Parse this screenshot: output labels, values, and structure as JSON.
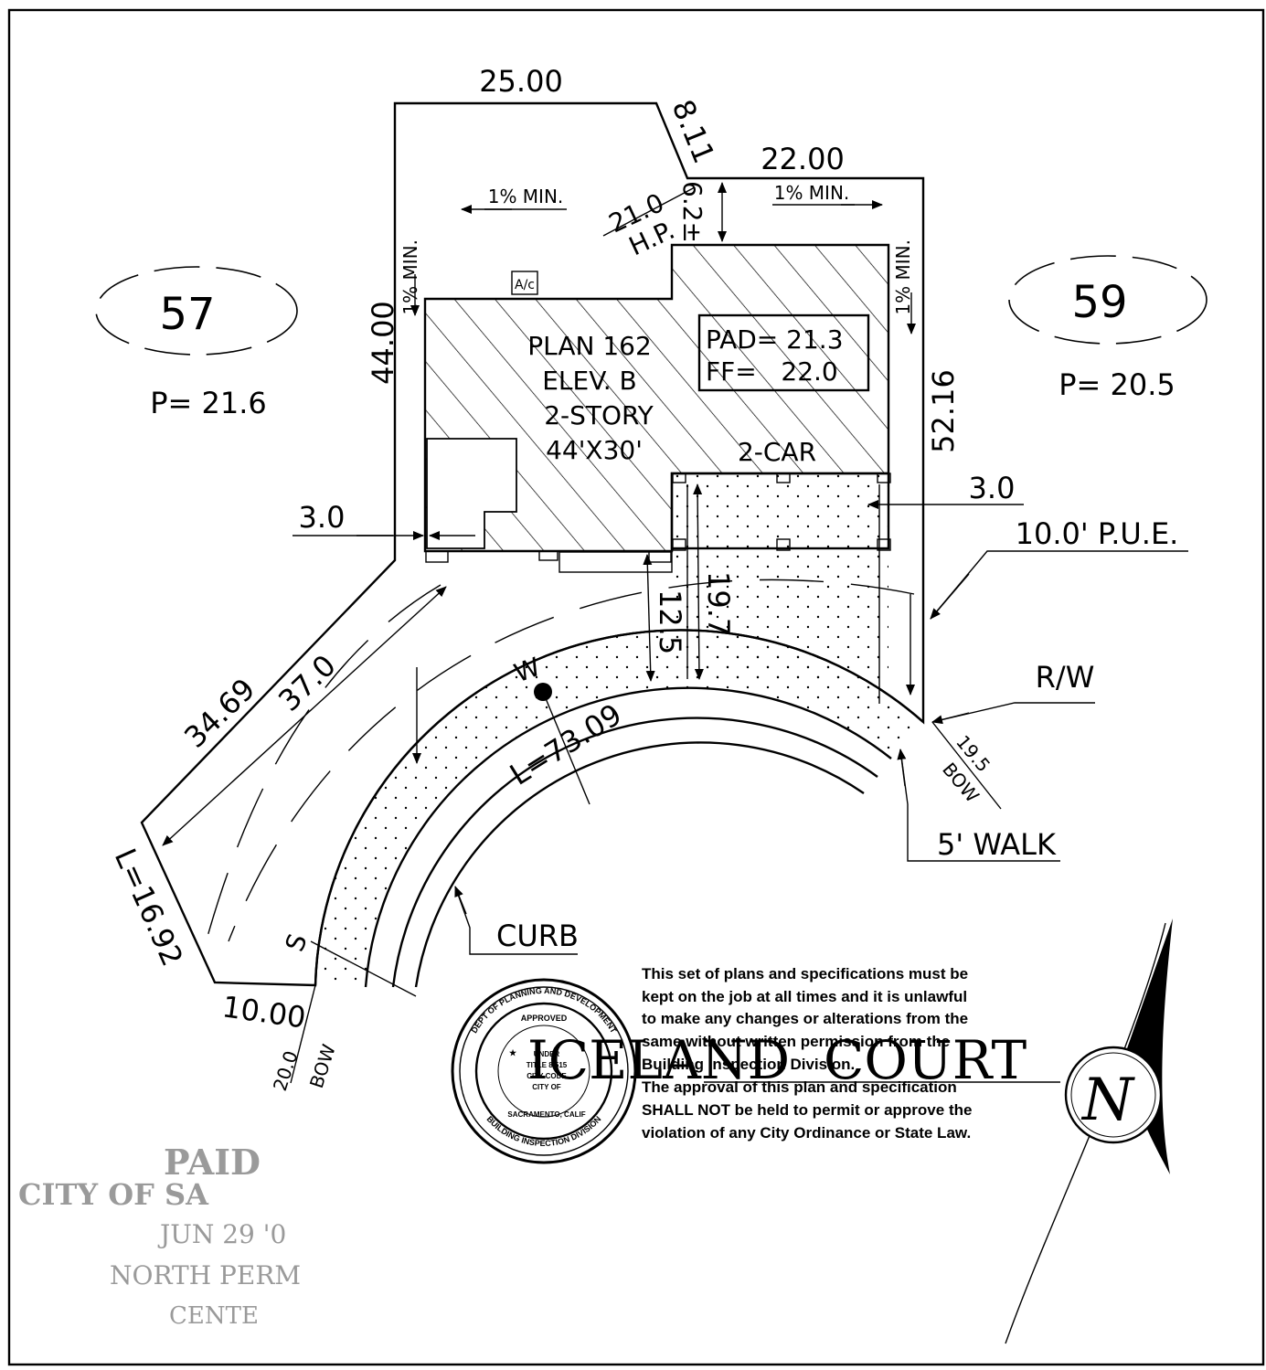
{
  "lots": {
    "left": {
      "number": "57",
      "pad": "P= 21.6"
    },
    "right": {
      "number": "59",
      "pad": "P= 20.5"
    }
  },
  "dimensions": {
    "top_width": "25.00",
    "right_top_width": "22.00",
    "angled_segment": "8.11",
    "left_depth": "44.00",
    "right_depth": "52.16",
    "left_setback": "3.0",
    "right_setback": "3.0",
    "front_setback": "12.5",
    "driveway_length": "19.7",
    "side_lot_line": "34.69",
    "side_setback_line": "37.0",
    "arc_corner": "L=16.92",
    "arc_front": "L=73.09",
    "front_corner": "10.00",
    "bow_left_value": "20.0",
    "bow_left_label": "BOW",
    "bow_right_value": "19.5",
    "bow_right_label": "BOW",
    "hp_value": "21.0",
    "hp_label": "H.P.",
    "hp_offset": "6.2±"
  },
  "slopes": {
    "top_left": "1% MIN.",
    "top_right": "1% MIN.",
    "left_side": "1% MIN.",
    "right_side": "1% MIN."
  },
  "house": {
    "plan": "PLAN 162",
    "elevation": "ELEV. B",
    "stories": "2-STORY",
    "size": "44'X30'",
    "garage": "2-CAR",
    "pad": "PAD= 21.3",
    "ff": "FF=   22.0",
    "ac": "A/c"
  },
  "labels": {
    "pue": "10.0' P.U.E.",
    "rw": "R/W",
    "walk": "5' WALK",
    "curb": "CURB",
    "water": "W",
    "sewer": "S",
    "street": "ICELAND  COURT",
    "north": "N"
  },
  "approval_note": {
    "lines": [
      "This set of plans and specifications must be",
      "kept on the job at all times and it is unlawful",
      "to make any changes or alterations from the",
      "same without written permission from the",
      "Building Inspection Division.",
      "The approval of this plan and specification",
      "SHALL NOT be held to permit or approve the",
      "violation of any City Ordinance or State Law."
    ]
  },
  "seal": {
    "outer_top": "DEPT OF PLANNING AND DEVELOPMENT",
    "outer_bottom": "BUILDING INSPECTION DIVISION",
    "approved": "APPROVED",
    "under": "UNDER",
    "title": "TITLE 8 515",
    "code": "CITY CODE",
    "city_of": "CITY OF",
    "city": "SACRAMENTO, CALIF"
  },
  "paid_stamp": {
    "line1": "PAID",
    "line2": "CITY OF SA",
    "line3": "JUN 29 '0",
    "line4": "NORTH PERM",
    "line5": "CENTE"
  }
}
